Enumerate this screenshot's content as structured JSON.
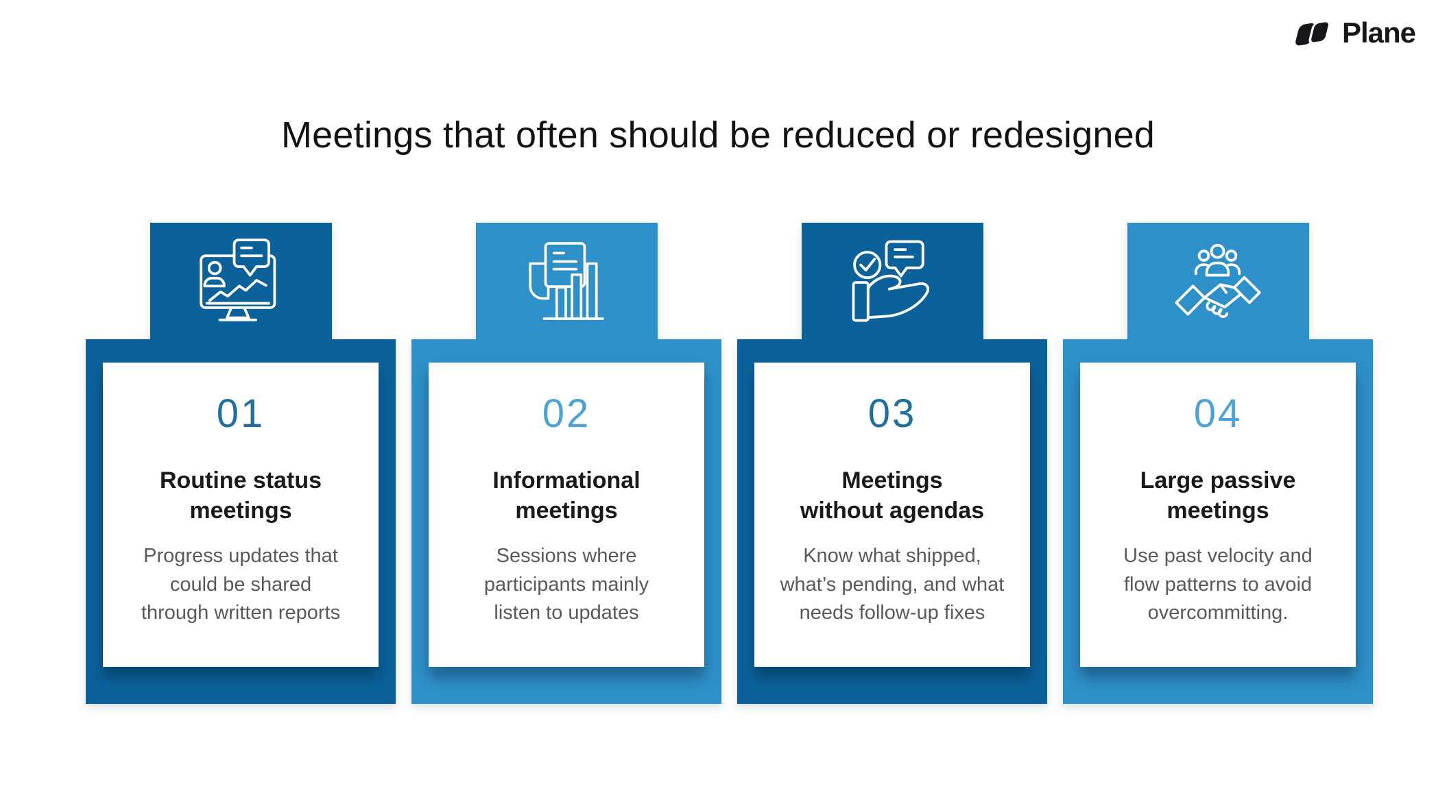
{
  "brand": {
    "name": "Plane"
  },
  "page": {
    "title": "Meetings that often should be reduced or redesigned"
  },
  "cards": [
    {
      "number": "01",
      "title": "Routine status\nmeetings",
      "description": "Progress updates that\ncould be shared\nthrough written reports",
      "icon": "monitor-status-icon",
      "theme": "dark"
    },
    {
      "number": "02",
      "title": "Informational\nmeetings",
      "description": "Sessions where\nparticipants mainly\nlisten to updates",
      "icon": "report-chart-icon",
      "theme": "light"
    },
    {
      "number": "03",
      "title": "Meetings\nwithout agendas",
      "description": "Know what shipped,\nwhat’s pending, and what\nneeds follow-up fixes",
      "icon": "hand-check-message-icon",
      "theme": "dark"
    },
    {
      "number": "04",
      "title": "Large passive\nmeetings",
      "description": "Use past velocity and\nflow patterns to avoid\novercommitting.",
      "icon": "handshake-people-icon",
      "theme": "light"
    }
  ],
  "colors": {
    "dark_blue": "#0B629A",
    "light_blue": "#2E90C8",
    "number_dark": "#1E6F9F",
    "number_light": "#4CA3D7",
    "heading_text": "#1A1A1A",
    "body_text": "#595959",
    "title_text": "#121212",
    "background": "#FFFFFF"
  }
}
